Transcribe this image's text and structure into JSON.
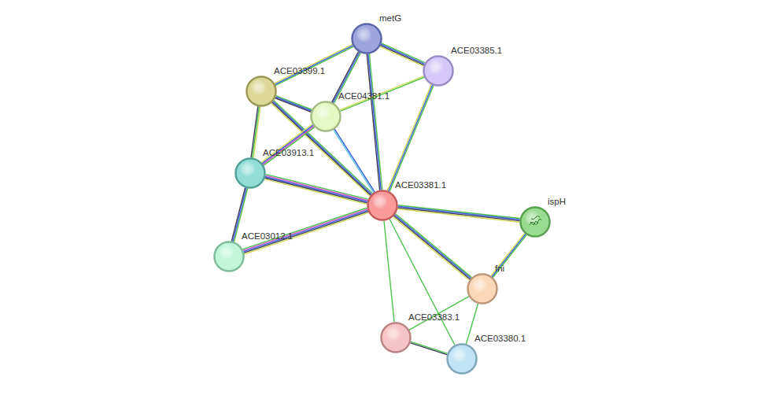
{
  "diagram": {
    "nodes": [
      {
        "text": [
          "metG"
        ]
      },
      {
        "text": [
          "ACE03385.1"
        ]
      },
      {
        "text": [
          "ACE03399.1"
        ]
      },
      {
        "text": [
          "ACE04381.1"
        ]
      },
      {
        "text": [
          "ACE03913.1"
        ]
      },
      {
        "text": [
          "ACE03381.1"
        ]
      },
      {
        "text": [
          "ispH"
        ]
      },
      {
        "text": [
          "ACE03012.1"
        ]
      },
      {
        "text": [
          "fni"
        ]
      },
      {
        "text": [
          "ACE03383.1"
        ]
      },
      {
        "text": [
          "ACE03380.1"
        ]
      }
    ],
    "edges": [
      {
        "from": 0,
        "to": 1,
        "arrow": "none"
      },
      {
        "from": 0,
        "to": 2,
        "arrow": "none"
      },
      {
        "from": 0,
        "to": 3,
        "arrow": "none"
      },
      {
        "from": 0,
        "to": 5,
        "arrow": "none"
      },
      {
        "from": 1,
        "to": 3,
        "arrow": "none"
      },
      {
        "from": 1,
        "to": 5,
        "arrow": "none"
      },
      {
        "from": 2,
        "to": 3,
        "arrow": "none"
      },
      {
        "from": 2,
        "to": 4,
        "arrow": "none"
      },
      {
        "from": 2,
        "to": 5,
        "arrow": "none"
      },
      {
        "from": 3,
        "to": 4,
        "arrow": "none"
      },
      {
        "from": 3,
        "to": 5,
        "arrow": "none"
      },
      {
        "from": 4,
        "to": 5,
        "arrow": "none"
      },
      {
        "from": 4,
        "to": 7,
        "arrow": "none"
      },
      {
        "from": 7,
        "to": 5,
        "arrow": "none"
      },
      {
        "from": 5,
        "to": 6,
        "arrow": "none"
      },
      {
        "from": 5,
        "to": 8,
        "arrow": "none"
      },
      {
        "from": 5,
        "to": 9,
        "arrow": "none"
      },
      {
        "from": 5,
        "to": 10,
        "arrow": "none"
      },
      {
        "from": 6,
        "to": 8,
        "arrow": "none"
      },
      {
        "from": 8,
        "to": 9,
        "arrow": "none"
      },
      {
        "from": 8,
        "to": 10,
        "arrow": "none"
      },
      {
        "from": 9,
        "to": 10,
        "arrow": "none"
      }
    ]
  }
}
